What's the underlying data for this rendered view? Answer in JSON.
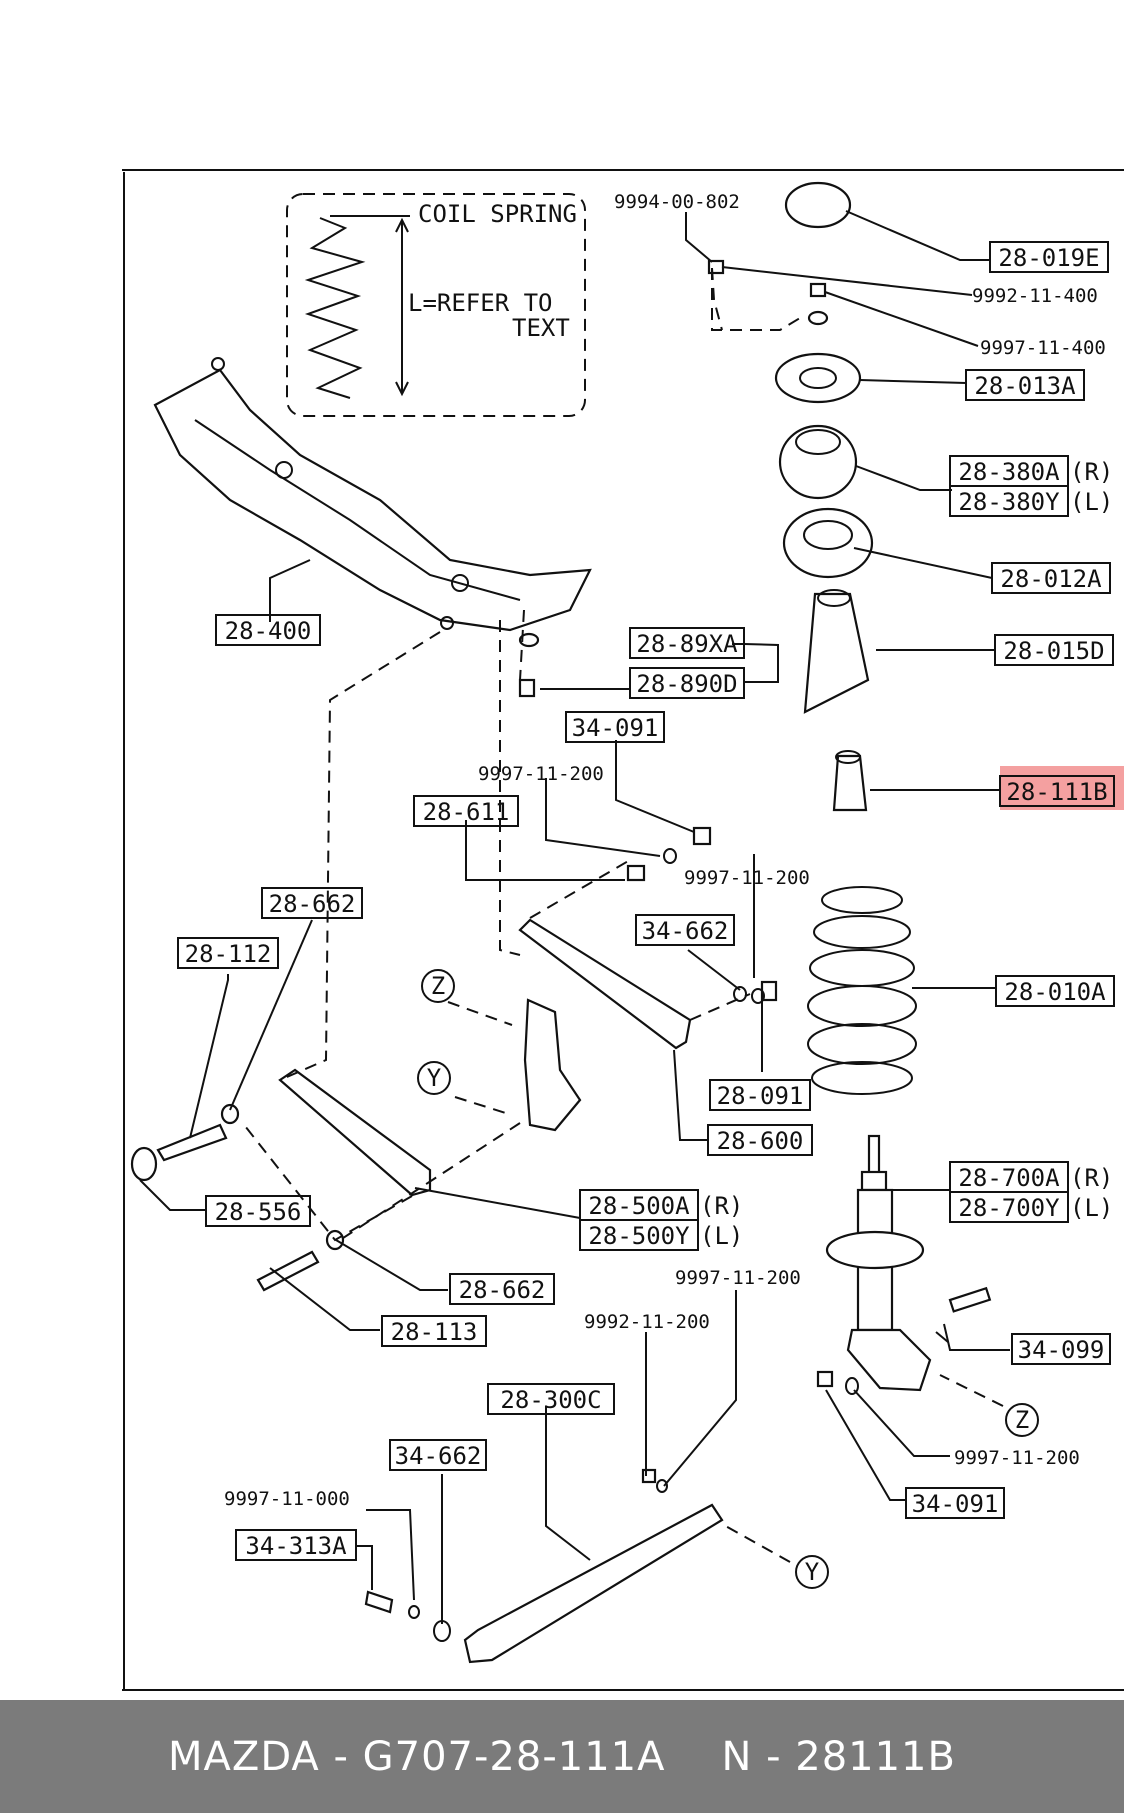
{
  "coil_note": {
    "title": "COIL SPRING",
    "line1": "L=REFER TO",
    "line2": "TEXT"
  },
  "highlight_color": "#f4a0a0",
  "labels": {
    "p28_019E": "28-019E",
    "n9994": "9994-00-802",
    "n9992_400": "9992-11-400",
    "n9997_400": "9997-11-400",
    "p28_013A": "28-013A",
    "p28_380A": "28-380A",
    "r1": "(R)",
    "p28_380Y": "28-380Y",
    "l1": "(L)",
    "p28_012A": "28-012A",
    "p28_015D": "28-015D",
    "p28_111B": "28-111B",
    "p28_400": "28-400",
    "p28_89XA": "28-89XA",
    "p28_890D": "28-890D",
    "p34_091a": "34-091",
    "n9997_200a": "9997-11-200",
    "p28_611": "28-611",
    "n9997_200b": "9997-11-200",
    "p34_662a": "34-662",
    "p28_662a": "28-662",
    "p28_112": "28-112",
    "z1": "Z",
    "y1": "Y",
    "p28_010A": "28-010A",
    "p28_091": "28-091",
    "p28_600": "28-600",
    "p28_556": "28-556",
    "p28_500A": "28-500A",
    "r2": "(R)",
    "p28_500Y": "28-500Y",
    "l2": "(L)",
    "p28_700A": "28-700A",
    "r3": "(R)",
    "p28_700Y": "28-700Y",
    "l3": "(L)",
    "n9997_200c": "9997-11-200",
    "p28_662b": "28-662",
    "p28_113": "28-113",
    "n9992_200": "9992-11-200",
    "p34_099": "34-099",
    "p28_300C": "28-300C",
    "z2": "Z",
    "n9997_200d": "9997-11-200",
    "p34_662b": "34-662",
    "n9997_000": "9997-11-000",
    "p34_091b": "34-091",
    "p34_313A": "34-313A",
    "y2": "Y"
  },
  "footer": {
    "left": "MAZDA - G707-28-111A",
    "right": "N - 28111B"
  }
}
